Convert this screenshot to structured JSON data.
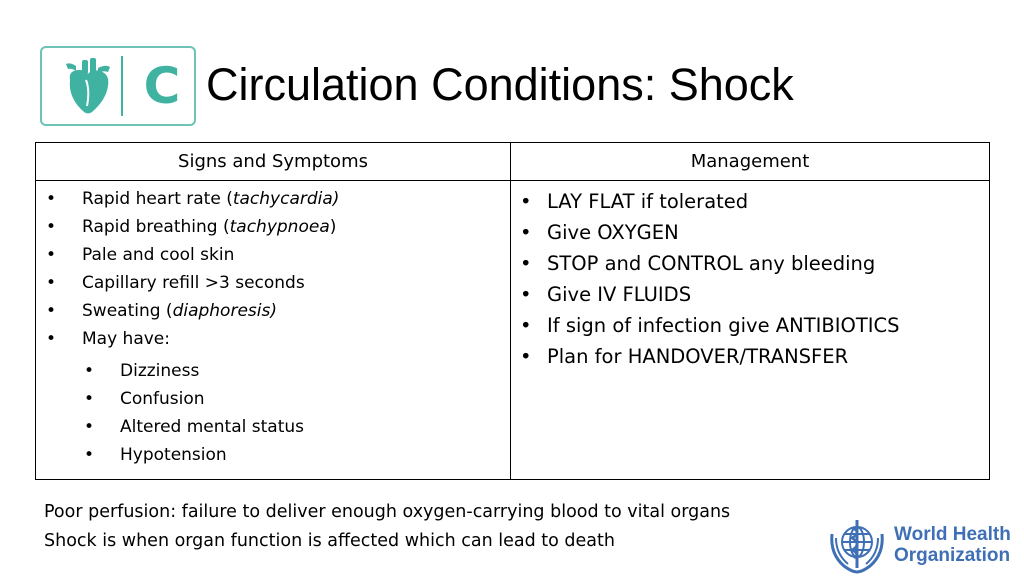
{
  "header": {
    "badge": {
      "letter": "C",
      "icon": "heart-icon",
      "accent_color": "#3fb2a2"
    },
    "title": "Circulation Conditions: Shock"
  },
  "table": {
    "headers": [
      "Signs and Symptoms",
      "Management"
    ],
    "signs": [
      {
        "text": "Rapid heart rate (",
        "em": "tachycardia)",
        "after": ""
      },
      {
        "text": "Rapid breathing (",
        "em": "tachypnoea",
        "after": ")"
      },
      {
        "text": "Pale and cool skin",
        "em": "",
        "after": ""
      },
      {
        "text": "Capillary refill >3 seconds",
        "em": "",
        "after": ""
      },
      {
        "text": "Sweating (",
        "em": "diaphoresis)",
        "after": ""
      },
      {
        "text": "May have:",
        "em": "",
        "after": ""
      }
    ],
    "may_have": [
      "Dizziness",
      "Confusion",
      "Altered mental status",
      "Hypotension"
    ],
    "management": [
      "LAY FLAT if tolerated",
      "Give OXYGEN",
      "STOP and CONTROL any bleeding",
      "Give IV FLUIDS",
      "If sign of infection give ANTIBIOTICS",
      "Plan for HANDOVER/TRANSFER"
    ]
  },
  "footer": {
    "lines": [
      "Poor perfusion: failure to deliver enough oxygen-carrying blood to vital organs",
      "Shock is when organ function is affected which can lead to death"
    ]
  },
  "logo": {
    "name_line1": "World Health",
    "name_line2": "Organization",
    "icon": "who-emblem-icon",
    "color": "#3f6fb5"
  }
}
